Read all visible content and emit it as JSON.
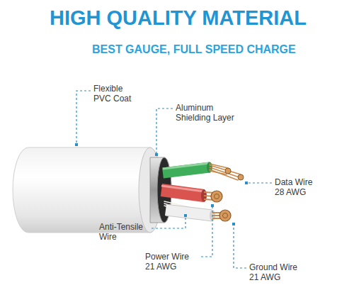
{
  "diagram": {
    "title": "HIGH QUALITY MATERIAL",
    "labels": [
      "BEST GAUGE, FULL SPEED CHARGE",
      "Flexible PVC Coat",
      "Aluminum Shielding Layer",
      "Anti-Tensile Wire",
      "Power Wire 21 AWG",
      "Data Wire 28 AWG",
      "Ground Wire 21 AWG"
    ]
  }
}
